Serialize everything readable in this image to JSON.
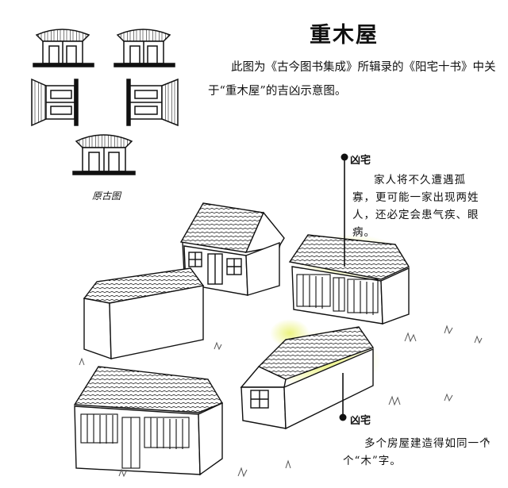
{
  "title": "重木屋",
  "description": "此图为《古今图书集成》所辑录的《阳宅十书》中关于“重木屋”的吉凶示意图。",
  "original_caption": "原古图",
  "markers": {
    "top": {
      "label": "凶宅",
      "note": "家人将不久遭遇孤寡，更可能一家出现两姓人，还必定会患气疾、眼病。"
    },
    "bottom": {
      "label": "凶宅",
      "note": "多个房屋建造得如同一个个“木”字。"
    }
  },
  "colors": {
    "ink": "#111111",
    "highlight": "#e8f06a",
    "grass": "#555555"
  }
}
